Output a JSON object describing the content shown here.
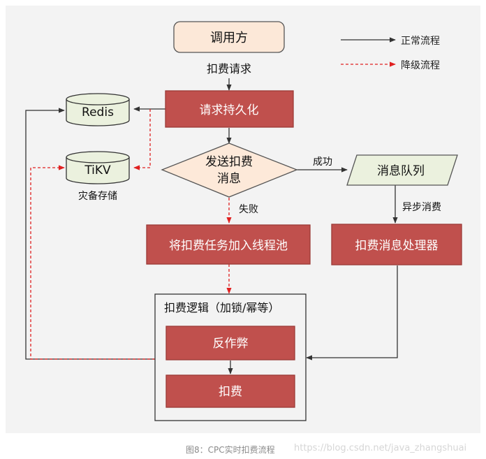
{
  "nodes": {
    "caller": "调用方",
    "persist": "请求持久化",
    "send_msg": "发送扣费\n消息",
    "queue": "消息队列",
    "thread_pool": "将扣费任务加入线程池",
    "processor": "扣费消息处理器",
    "logic_title": "扣费逻辑（加锁/幂等）",
    "anti_cheat": "反作弊",
    "charge": "扣费",
    "redis": "Redis",
    "tikv": "TiKV"
  },
  "labels": {
    "charge_request": "扣费请求",
    "success": "成功",
    "failure": "失败",
    "async_consume": "异步消费",
    "backup_storage": "灾备存储"
  },
  "legend": {
    "normal": "正常流程",
    "degrade": "降级流程"
  },
  "caption": {
    "text": "图8：CPC实时扣费流程",
    "watermark": "https://blog.csdn.net/java_zhangshuai"
  },
  "colors": {
    "background": "#f3f3f3",
    "red_box": "#c0504d",
    "red_border": "#9c3a37",
    "caller_fill": "#fce8d8",
    "diamond_fill": "#fde9d9",
    "queue_fill": "#ebf1de",
    "cylinder_fill": "#ebf1de",
    "normal_line": "#333333",
    "degrade_line": "#e02020"
  }
}
